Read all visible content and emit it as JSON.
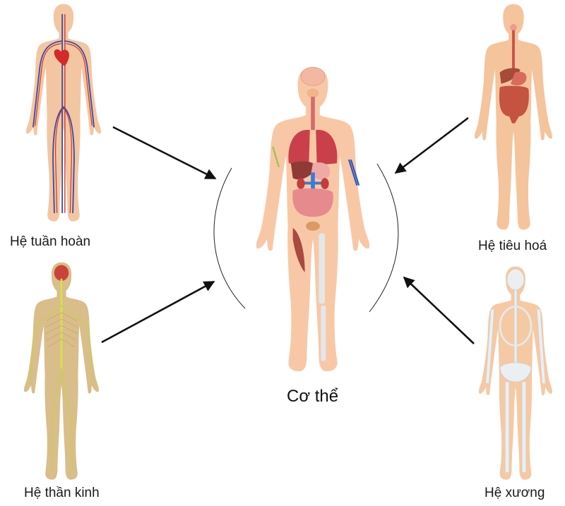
{
  "diagram": {
    "center": {
      "label": "Cơ thể",
      "description": "full human body with internal organs, one leg showing muscle, the other showing bone"
    },
    "systems": [
      {
        "id": "circulatory",
        "label": "Hệ tuần hoàn",
        "position": "top-left",
        "icon": "circulatory-system-figure"
      },
      {
        "id": "digestive",
        "label": "Hệ tiêu hoá",
        "position": "top-right",
        "icon": "digestive-system-figure"
      },
      {
        "id": "nervous",
        "label": "Hệ thần kinh",
        "position": "bottom-left",
        "icon": "nervous-system-figure"
      },
      {
        "id": "skeletal",
        "label": "Hệ xương",
        "position": "bottom-right",
        "icon": "skeletal-system-figure"
      }
    ],
    "arrows": [
      {
        "from": "circulatory",
        "to": "center"
      },
      {
        "from": "digestive",
        "to": "center"
      },
      {
        "from": "nervous",
        "to": "center"
      },
      {
        "from": "skeletal",
        "to": "center"
      }
    ],
    "colors": {
      "skin": "#f6c7a3",
      "artery": "#d0352e",
      "vein": "#3b4fa6",
      "nerve": "#c9d24a",
      "bone": "#e9ecef",
      "organ": "#c9404a",
      "arrow": "#111111"
    }
  }
}
